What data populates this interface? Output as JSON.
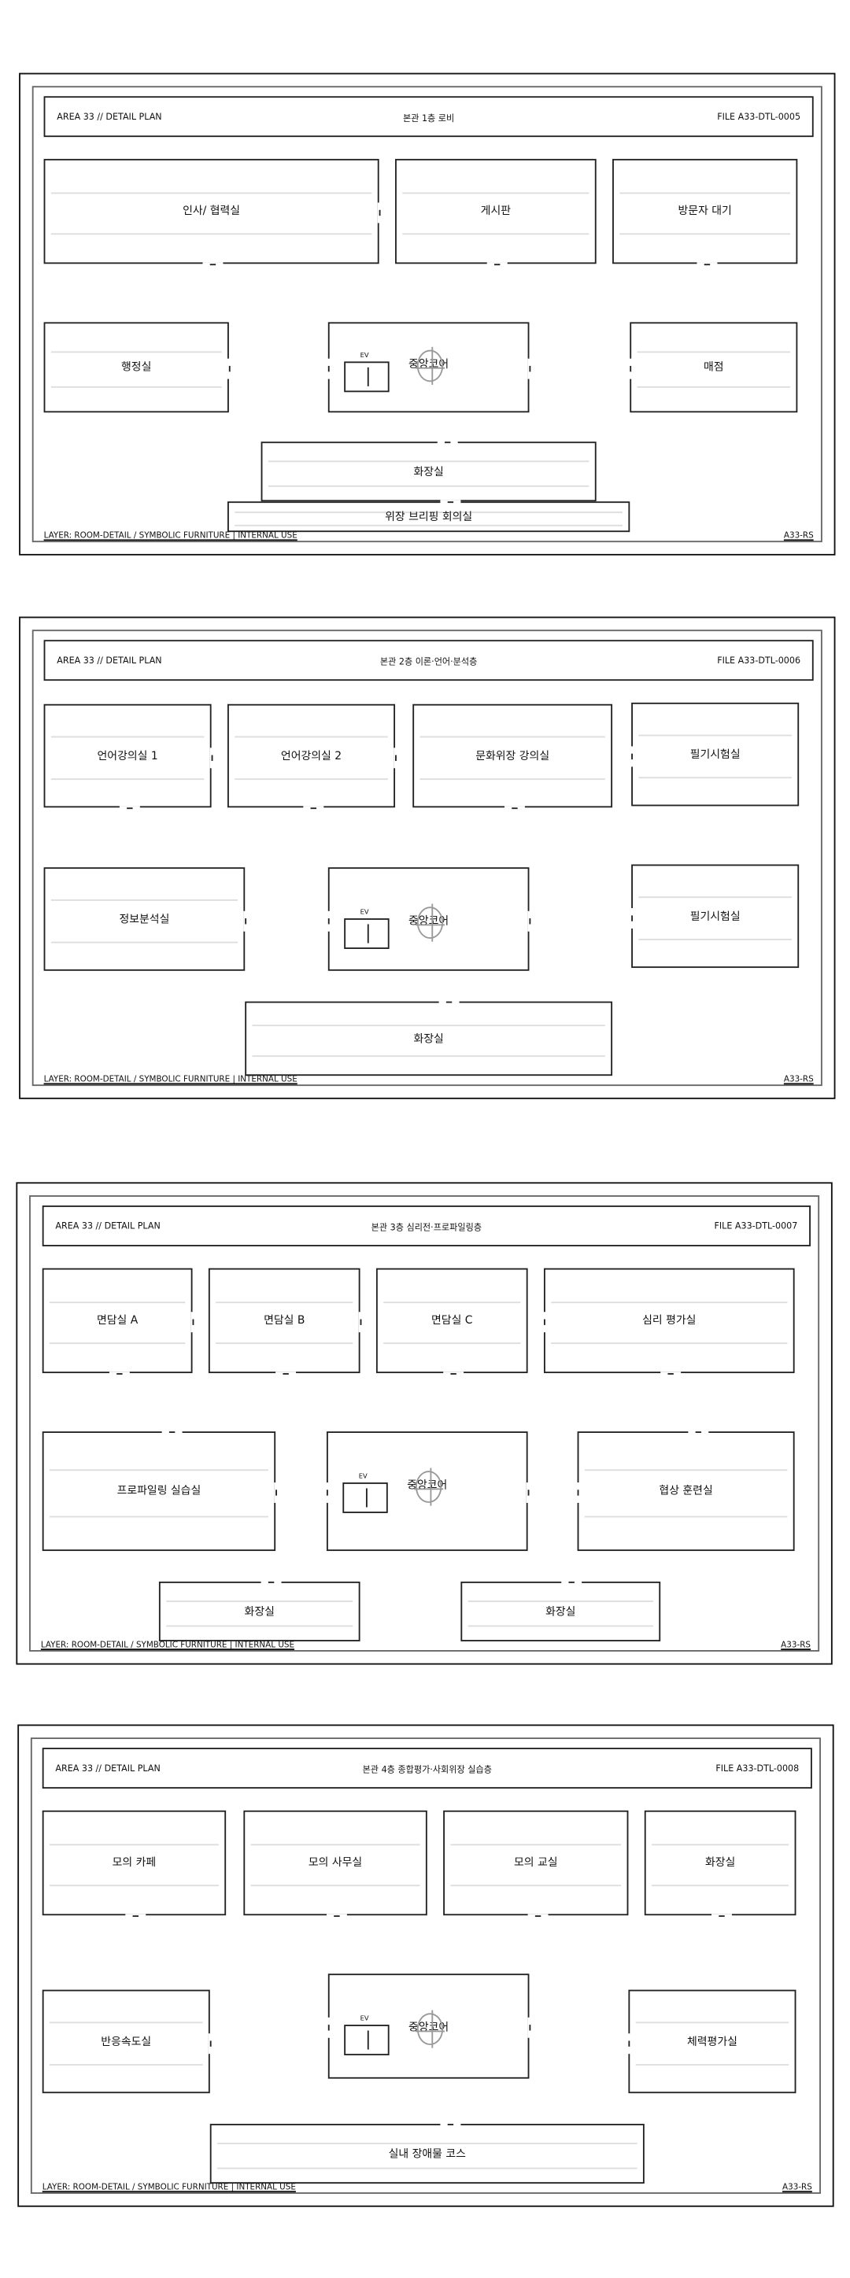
{
  "floors": [
    {
      "header_left": "AREA 33 // DETAIL PLAN",
      "title": "본관 1층 로비",
      "file": "FILE A33-DTL-0005",
      "rooms": [
        "인사/ 협력실",
        "게시판",
        "방문자 대기",
        "행정실",
        "매점",
        "화장실",
        "위장 브리핑 회의실"
      ],
      "core": "중앙코어",
      "ev": "EV",
      "footer_left": "LAYER: ROOM-DETAIL / SYMBOLIC FURNITURE | INTERNAL USE",
      "footer_right": "A33-RS"
    },
    {
      "header_left": "AREA 33 // DETAIL PLAN",
      "title": "본관 2층 이론·언어·분석층",
      "file": "FILE A33-DTL-0006",
      "rooms": [
        "언어강의실 1",
        "언어강의실 2",
        "문화위장 강의실",
        "필기시험실",
        "정보분석실",
        "필기시험실",
        "화장실"
      ],
      "core": "중앙코어",
      "ev": "EV",
      "footer_left": "LAYER: ROOM-DETAIL / SYMBOLIC FURNITURE | INTERNAL USE",
      "footer_right": "A33-RS"
    },
    {
      "header_left": "AREA 33 // DETAIL PLAN",
      "title": "본관 3층 심리전·프로파일링층",
      "file": "FILE A33-DTL-0007",
      "rooms": [
        "면담실 A",
        "면담실 B",
        "면담실 C",
        "심리 평가실",
        "프로파일링 실습실",
        "협상 훈련실",
        "화장실",
        "화장실"
      ],
      "core": "중앙코어",
      "ev": "EV",
      "footer_left": "LAYER: ROOM-DETAIL / SYMBOLIC FURNITURE | INTERNAL USE",
      "footer_right": "A33-RS"
    },
    {
      "header_left": "AREA 33 // DETAIL PLAN",
      "title": "본관 4층 종합평가·사회위장 실습층",
      "file": "FILE A33-DTL-0008",
      "rooms": [
        "모의 카페",
        "모의 사무실",
        "모의 교실",
        "화장실",
        "반응속도실",
        "체력평가실",
        "실내 장애물 코스"
      ],
      "core": "중앙코어",
      "ev": "EV",
      "footer_left": "LAYER: ROOM-DETAIL / SYMBOLIC FURNITURE | INTERNAL USE",
      "footer_right": "A33-RS"
    }
  ]
}
